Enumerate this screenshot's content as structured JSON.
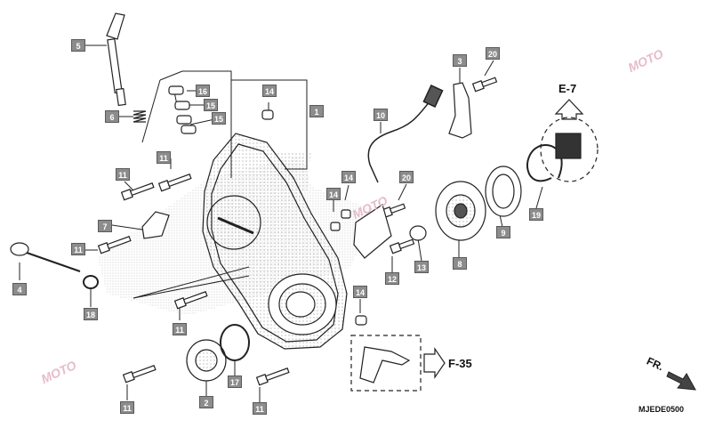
{
  "diagram": {
    "callouts": [
      {
        "id": "c5a",
        "label": "5"
      },
      {
        "id": "c6",
        "label": "6"
      },
      {
        "id": "c16",
        "label": "16"
      },
      {
        "id": "c15a",
        "label": "15"
      },
      {
        "id": "c15b",
        "label": "15"
      },
      {
        "id": "c14a",
        "label": "14"
      },
      {
        "id": "c1",
        "label": "1"
      },
      {
        "id": "c3",
        "label": "3"
      },
      {
        "id": "c20a",
        "label": "20"
      },
      {
        "id": "c10",
        "label": "10"
      },
      {
        "id": "c11a",
        "label": "11"
      },
      {
        "id": "c11b",
        "label": "11"
      },
      {
        "id": "c7",
        "label": "7"
      },
      {
        "id": "c11c",
        "label": "11"
      },
      {
        "id": "c4",
        "label": "4"
      },
      {
        "id": "c18",
        "label": "18"
      },
      {
        "id": "c14b",
        "label": "14"
      },
      {
        "id": "c14c",
        "label": "14"
      },
      {
        "id": "c20b",
        "label": "20"
      },
      {
        "id": "c9",
        "label": "9"
      },
      {
        "id": "c19",
        "label": "19"
      },
      {
        "id": "c8",
        "label": "8"
      },
      {
        "id": "c13",
        "label": "13"
      },
      {
        "id": "c12",
        "label": "12"
      },
      {
        "id": "c14d",
        "label": "14"
      },
      {
        "id": "c11d",
        "label": "11"
      },
      {
        "id": "c2",
        "label": "2"
      },
      {
        "id": "c17",
        "label": "17"
      },
      {
        "id": "c11e",
        "label": "11"
      },
      {
        "id": "c11f",
        "label": "11"
      }
    ],
    "references": {
      "e7": "E-7",
      "f35": "F-35"
    },
    "direction_label": "FR.",
    "diagram_code": "MJEDE0500",
    "watermark": "MOTO"
  }
}
